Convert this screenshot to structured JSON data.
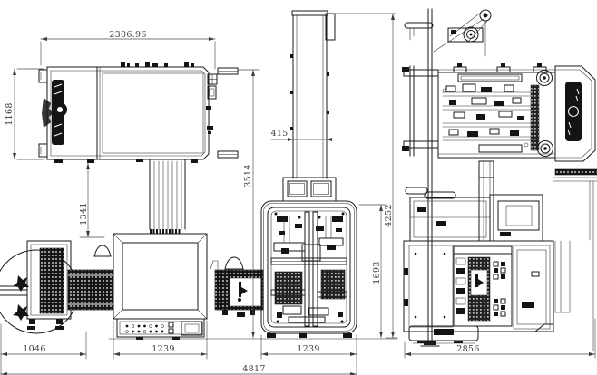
{
  "drawing": {
    "type": "cad-technical-drawing",
    "description": "Three-view dimensioned CAD drawing of a packaging machine line with mast, infeed conveyor, turntable and control cabinet",
    "colors": {
      "background": "#ffffff",
      "line": "#1a1a1a",
      "dimension": "#3d3d3d",
      "hatch": "#161616"
    },
    "views": [
      {
        "id": "top-view",
        "label": "plan view of upper machine"
      },
      {
        "id": "infeed-plan-view",
        "label": "plan view of infeed line with turntable and cabinet"
      },
      {
        "id": "front-view",
        "label": "front elevation with mast"
      },
      {
        "id": "side-view",
        "label": "side elevation"
      }
    ]
  },
  "dimensions": {
    "top_width": "2306.96",
    "top_depth": "1168",
    "infeed_offset": "1341",
    "turntable_width": "1046",
    "cabinet_width": "1239",
    "mast_width": "415",
    "mast_height": "3514",
    "overall_height": "4252",
    "frame_height": "1693",
    "machine_width": "1239",
    "overall_length": "4817",
    "side_depth": "2856"
  }
}
